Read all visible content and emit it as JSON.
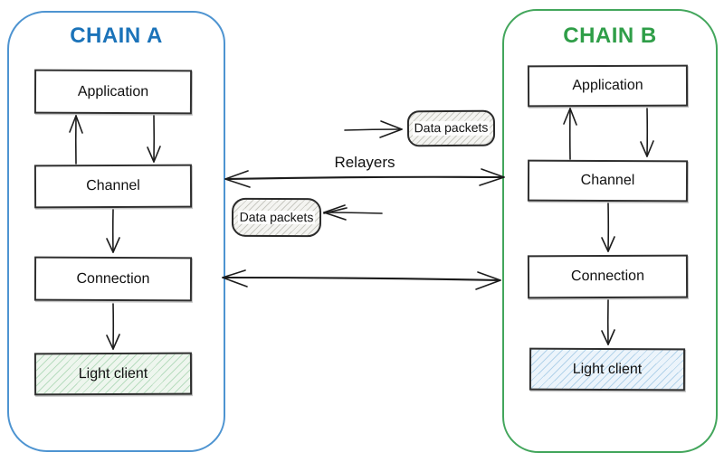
{
  "chains": [
    {
      "title": "CHAIN A",
      "modules": [
        "Application",
        "Channel",
        "Connection",
        "Light client"
      ]
    },
    {
      "title": "CHAIN B",
      "modules": [
        "Application",
        "Channel",
        "Connection",
        "Light client"
      ]
    }
  ],
  "middle": {
    "relayers_label": "Relayers",
    "top_packet_label": "Data packets",
    "bottom_packet_label": "Data packets"
  },
  "colors": {
    "chain_a_title": "#1b73b9",
    "chain_a_border": "#4e94d1",
    "chain_b_title": "#2f9e48",
    "chain_b_border": "#43a65c",
    "box_border": "#2f2f2f",
    "ink": "#1c1c1c",
    "light_client_a_bg": "#eef6ee",
    "light_client_a_hatch": "#b9ddc0",
    "light_client_b_bg": "#ecf4fb",
    "light_client_b_hatch": "#b3d3ea",
    "packet_bg": "#f4f4f1",
    "packet_hatch": "#c9c9c2"
  }
}
